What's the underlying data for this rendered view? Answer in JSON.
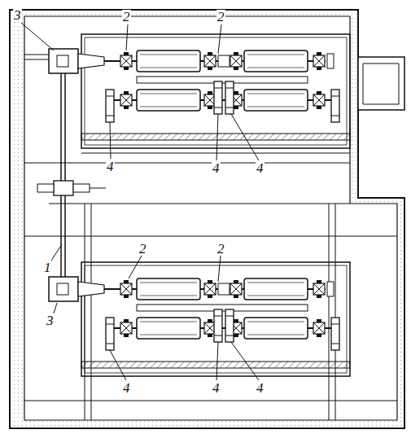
{
  "diagram": {
    "labels": [
      "3",
      "2",
      "2",
      "4",
      "4",
      "4",
      "1",
      "2",
      "2",
      "3",
      "4",
      "4",
      "4"
    ]
  }
}
